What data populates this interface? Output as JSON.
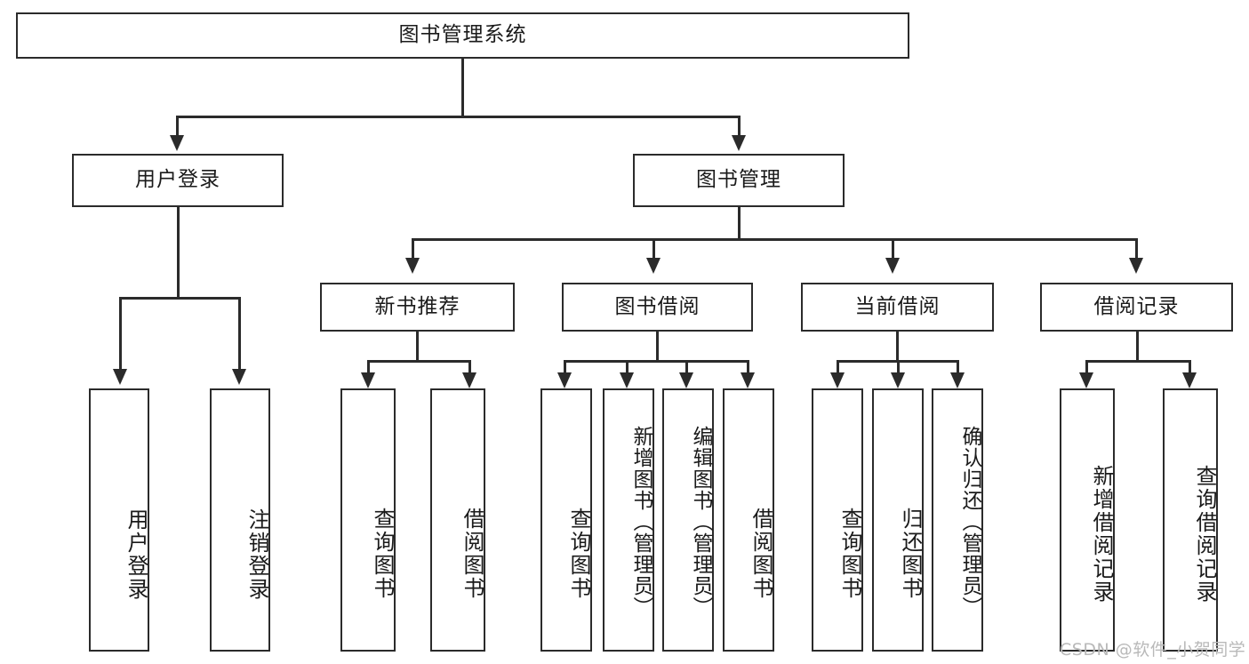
{
  "diagram": {
    "type": "tree-hierarchy-chart",
    "title": "图书管理系统",
    "orientation": "top-down",
    "colors": {
      "box_border": "#2b2b2b",
      "box_fill": "#ffffff",
      "edge": "#2b2b2b",
      "text": "#1a1a1a",
      "background": "#ffffff",
      "watermark": "#b9b9b9"
    },
    "root": {
      "label": "图书管理系统"
    },
    "level1": [
      {
        "id": "user-login",
        "label": "用户登录"
      },
      {
        "id": "book-management",
        "label": "图书管理"
      }
    ],
    "level2": [
      {
        "id": "new-book-recommend",
        "label": "新书推荐",
        "parent": "book-management"
      },
      {
        "id": "book-borrow",
        "label": "图书借阅",
        "parent": "book-management"
      },
      {
        "id": "current-borrow",
        "label": "当前借阅",
        "parent": "book-management"
      },
      {
        "id": "borrow-record",
        "label": "借阅记录",
        "parent": "book-management"
      }
    ],
    "leaves": {
      "user_login": [
        {
          "id": "leaf-user-login",
          "label": "用户登录"
        },
        {
          "id": "leaf-logout-login",
          "label": "注销登录"
        }
      ],
      "new_book_recommend": [
        {
          "id": "leaf-query-book-1",
          "label": "查询图书"
        },
        {
          "id": "leaf-borrow-book-1",
          "label": "借阅图书"
        }
      ],
      "book_borrow": [
        {
          "id": "leaf-query-book-2",
          "label": "查询图书"
        },
        {
          "id": "leaf-add-book",
          "label": "新增图书（管理员）"
        },
        {
          "id": "leaf-edit-book",
          "label": "编辑图书（管理员）"
        },
        {
          "id": "leaf-borrow-book-2",
          "label": "借阅图书"
        }
      ],
      "current_borrow": [
        {
          "id": "leaf-query-book-3",
          "label": "查询图书"
        },
        {
          "id": "leaf-return-book",
          "label": "归还图书"
        },
        {
          "id": "leaf-confirm-return",
          "label": "确认归还（管理员）"
        }
      ],
      "borrow_record": [
        {
          "id": "leaf-add-record",
          "label": "新增借阅记录"
        },
        {
          "id": "leaf-query-record",
          "label": "查询借阅记录"
        }
      ]
    },
    "watermark": "CSDN @软件_小贺同学"
  }
}
